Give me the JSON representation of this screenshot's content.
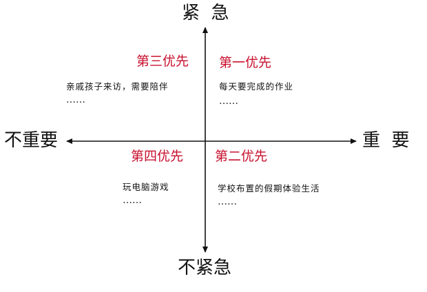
{
  "axes": {
    "top": "紧  急",
    "bottom": "不紧急",
    "left": "不重要",
    "right": "重  要"
  },
  "quadrants": {
    "top_right": {
      "priority": "第一优先",
      "task": "每天要完成的作业",
      "more": "……"
    },
    "bottom_right": {
      "priority": "第二优先",
      "task": "学校布置的假期体验生活",
      "more": "……"
    },
    "top_left": {
      "priority": "第三优先",
      "task": "亲戚孩子来访，需要陪伴",
      "more": "……"
    },
    "bottom_left": {
      "priority": "第四优先",
      "task": "玩电脑游戏",
      "more": "……"
    }
  },
  "colors": {
    "priority": "#c8102e",
    "axis": "#111111"
  }
}
